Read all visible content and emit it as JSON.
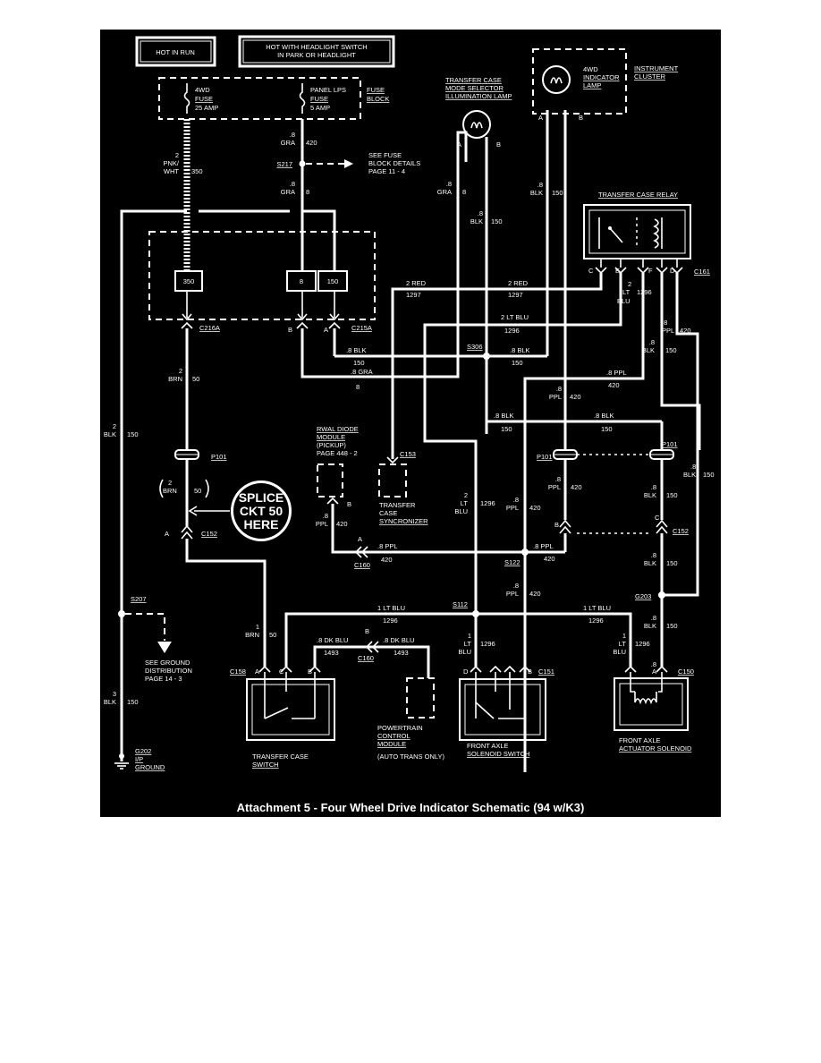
{
  "title": "Attachment 5 - Four Wheel Drive Indicator Schematic (94 w/K3)",
  "power": {
    "hot_in_run": "HOT IN RUN",
    "hot_headlight_1": "HOT WITH HEADLIGHT SWITCH",
    "hot_headlight_2": "IN PARK OR HEADLIGHT"
  },
  "fuse_block": {
    "label_1": "FUSE",
    "label_2": "BLOCK",
    "fuse1_1": "4WD",
    "fuse1_2": "FUSE",
    "fuse1_3": "25 AMP",
    "fuse2_1": "PANEL LPS",
    "fuse2_2": "FUSE",
    "fuse2_3": "5 AMP"
  },
  "wires": {
    "w1_g": "2",
    "w1_c": "PNK/",
    "w1_c2": "WHT",
    "w1_n": "350",
    "w2_g": ".8",
    "w2_c": "GRA",
    "w2_n": "420",
    "w3_g": ".8",
    "w3_c": "GRA",
    "w3_n": "8",
    "w4_g": ".8",
    "w4_c": "GRA",
    "w4_n": "8",
    "w5_g": ".8",
    "w5_c": "BLK",
    "w5_n": "150",
    "w6_g": ".8",
    "w6_c": "BLK",
    "w6_n": "150",
    "red_1": "2 RED",
    "red_1n": "1297",
    "red_2": "2 RED",
    "red_2n": "1297",
    "ltblu_h": "2 LT BLU",
    "ltblu_hn": "1296",
    "ltblu_v1": "2",
    "ltblu_v2": "LT",
    "ltblu_v3": "BLU",
    "ltblu_vn": "1296",
    "blk_a": ".8 BLK",
    "blk_an": "150",
    "blk_b": ".8 BLK",
    "blk_bn": "150",
    "gra_h": ".8 GRA",
    "gra_hn": "8",
    "ppl_h": ".8 PPL",
    "ppl_hn": "420",
    "ppl_v1": ".8",
    "ppl_v1c": "PPL",
    "ppl_v1n": "420",
    "ppl_v2": ".8",
    "ppl_v2c": "PPL",
    "ppl_v2n": "420",
    "blk_c": ".8 BLK",
    "blk_cn": "150",
    "blk_d": ".8 BLK",
    "blk_dn": "150",
    "blk_v1": ".8",
    "blk_v1c": "BLK",
    "blk_v1n": "150",
    "blk_v2": ".8",
    "blk_v2c": "BLK",
    "blk_v2n": "150",
    "blk_v3": ".8",
    "blk_v3c": "BLK",
    "blk_v3n": "150",
    "blk_v4": ".8",
    "blk_v4c": "BLK",
    "blk_v4n": "150",
    "brn_g": "2",
    "brn_c": "BRN",
    "brn_n": "50",
    "brn2_g": "2",
    "brn2_c": "BRN",
    "brn2_n": "50",
    "brn3_g": "1",
    "brn3_c": "BRN",
    "brn3_n": "50",
    "blk_l_g": "2",
    "blk_l_c": "BLK",
    "blk_l_n": "150",
    "blk_l2_g": "3",
    "blk_l2_c": "BLK",
    "blk_l2_n": "150",
    "ppl_s_g": ".8",
    "ppl_s_c": "PPL",
    "ppl_s_n": "420",
    "ppl_h2": ".8 PPL",
    "ppl_h2n": "420",
    "ppl_h3": ".8 PPL",
    "ppl_h3n": "420",
    "ppl_v3": ".8",
    "ppl_v3c": "PPL",
    "ppl_v3n": "420",
    "ppl_v4": ".8",
    "ppl_v4c": "PPL",
    "ppl_v4n": "420",
    "ltblu_b1": "1 LT BLU",
    "ltblu_b1n": "1296",
    "ltblu_b2": "1 LT BLU",
    "ltblu_b2n": "1296",
    "ltblu_s1": "1",
    "ltblu_s2": "LT",
    "ltblu_s3": "BLU",
    "ltblu_sn": "1296",
    "ltblu_r1": "1",
    "ltblu_r2": "LT",
    "ltblu_r3": "BLU",
    "ltblu_rn": "1296",
    "ltblu_rel1": "2",
    "ltblu_rel2": "LT",
    "ltblu_rel3": "BLU",
    "ltblu_reln": "1296",
    "ppl_rel": ".8",
    "ppl_relc": "PPL",
    "ppl_reln": "420",
    "blk_rel": ".8",
    "blk_relc": "BLK",
    "blk_reln": "150",
    "dkblu_1": ".8 DK BLU",
    "dkblu_1n": "1493",
    "dkblu_2": ".8 DK BLU",
    "dkblu_2n": "1493",
    "blk_r": ".8",
    "blk_rc": "BLK",
    "blk_rn": "150"
  },
  "splices": {
    "s217": "S217",
    "s306": "S306",
    "s122": "S122",
    "s112": "S112",
    "s207": "S207",
    "g203": "G203",
    "see_fuse_1": "SEE FUSE",
    "see_fuse_2": "BLOCK DETAILS",
    "see_fuse_3": "PAGE 11 - 4",
    "see_gnd_1": "SEE GROUND",
    "see_gnd_2": "DISTRIBUTION",
    "see_gnd_3": "PAGE 14 - 3"
  },
  "connectors": {
    "c216a_1": "C216A",
    "c216a_2": "C215A",
    "c161": "C161",
    "c153": "C153",
    "c152_l": "C152",
    "c152_r": "C152",
    "c160": "C160",
    "c160b": "C160",
    "c158": "C158",
    "c151": "C151",
    "c150": "C150",
    "p101_l": "P101",
    "p101_m": "P101",
    "p101_r": "P101",
    "pin_a": "A",
    "pin_b": "B",
    "pin_c": "C",
    "pin_d": "D",
    "pin_e": "E",
    "pin_f": "F",
    "box_350": "350",
    "box_8": "8",
    "box_150": "150"
  },
  "components": {
    "tc_lamp_1": "TRANSFER CASE",
    "tc_lamp_2": "MODE SELECTOR",
    "tc_lamp_3": "ILLUMINATION LAMP",
    "ind_1": "4WD",
    "ind_2": "INDICATOR",
    "ind_3": "LAMP",
    "inst_1": "INSTRUMENT",
    "inst_2": "CLUSTER",
    "relay": "TRANSFER CASE RELAY",
    "rwal_1": "RWAL DIODE",
    "rwal_2": "MODULE",
    "rwal_3": "(PICKUP)",
    "rwal_4": "PAGE 448 - 2",
    "sync_1": "TRANSFER",
    "sync_2": "CASE",
    "sync_3": "SYNCRONIZER",
    "splice_1": "SPLICE",
    "splice_2": "CKT 50",
    "splice_3": "HERE",
    "tcs_1": "TRANSFER CASE",
    "tcs_2": "SWITCH",
    "pcm_1": "POWERTRAIN",
    "pcm_2": "CONTROL",
    "pcm_3": "MODULE",
    "pcm_4": "(AUTO TRANS ONLY)",
    "fas_1": "FRONT AXLE",
    "fas_2": "SOLENOID SWITCH",
    "faa_1": "FRONT AXLE",
    "faa_2": "ACTUATOR SOLENOID",
    "gnd_1": "G202",
    "gnd_2": "I/P",
    "gnd_3": "GROUND"
  }
}
